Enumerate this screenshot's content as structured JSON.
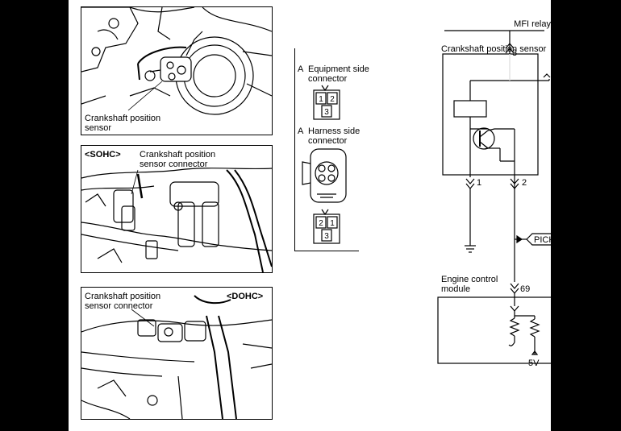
{
  "photos": {
    "top": {
      "caption_line1": "Crankshaft position",
      "caption_line2": "sensor"
    },
    "sohc": {
      "tag": "<SOHC>",
      "label_line1": "Crankshaft  position",
      "label_line2": "sensor connector"
    },
    "dohc": {
      "tag": "<DOHC>",
      "label_line1": "Crankshaft position",
      "label_line2": "sensor connector"
    }
  },
  "connectors": {
    "equipment": {
      "letter": "A",
      "title_line1": "Equipment side",
      "title_line2": "connector",
      "pins": [
        "1",
        "2",
        "3"
      ]
    },
    "harness": {
      "letter": "A",
      "title_line1": "Harness side",
      "title_line2": "connector",
      "pins": [
        "2",
        "1",
        "3"
      ]
    }
  },
  "schematic": {
    "mfi_relay": "MFI relay",
    "sensor_title": "Crankshaft position sensor",
    "pin_relay": "3",
    "pin_1": "1",
    "pin_2": "2",
    "pickup": "PICKUP",
    "ecm_line1": "Engine control",
    "ecm_line2": "module",
    "pin_ecm": "69",
    "voltage": "5V"
  }
}
